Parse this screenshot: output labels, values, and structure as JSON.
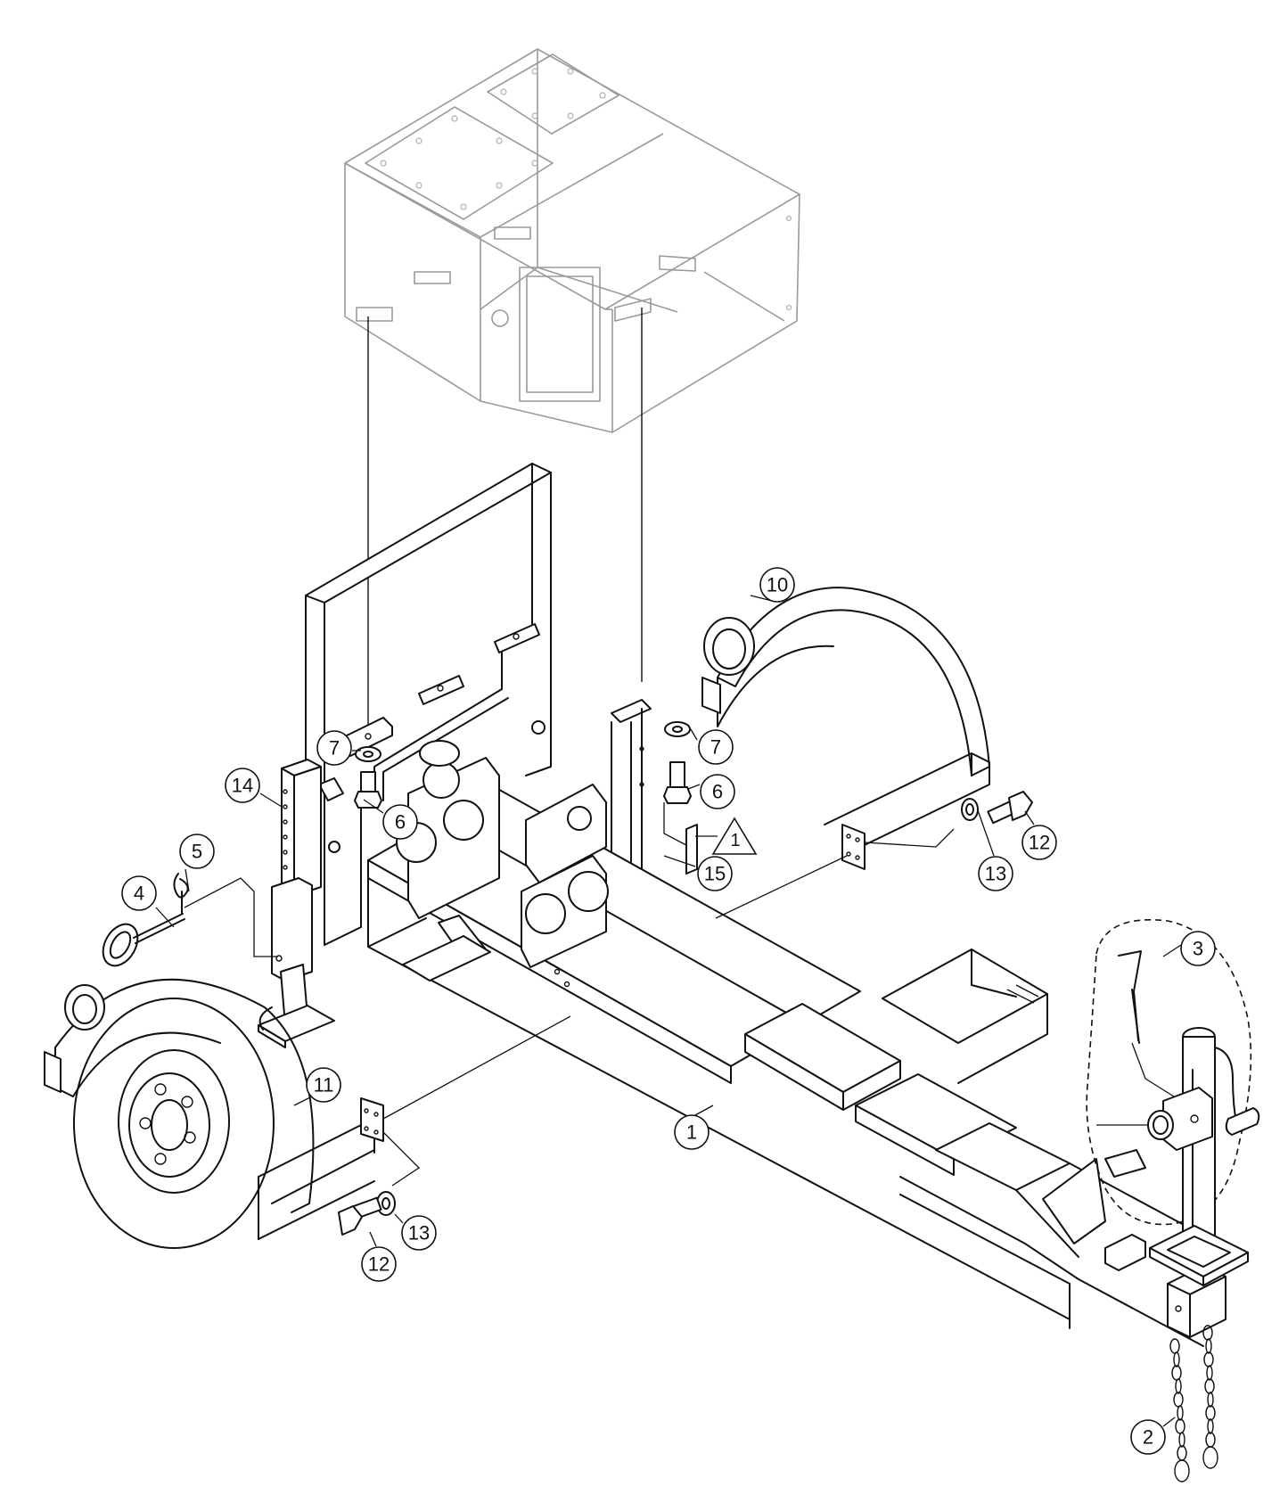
{
  "callouts": {
    "c1": "1",
    "c2": "2",
    "c3": "3",
    "c4": "4",
    "c5": "5",
    "c6a": "6",
    "c6b": "6",
    "c7a": "7",
    "c7b": "7",
    "c10": "10",
    "c11": "11",
    "c12a": "12",
    "c12b": "12",
    "c13a": "13",
    "c13b": "13",
    "c14": "14",
    "c15": "15"
  },
  "note_flag": "1",
  "colors": {
    "line": "#111111",
    "ghost": "#9a9a9a",
    "background": "#ffffff"
  }
}
